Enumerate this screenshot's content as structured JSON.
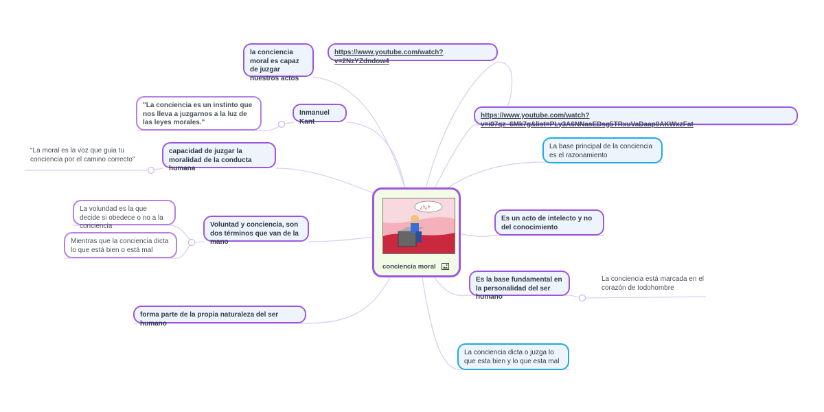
{
  "center": {
    "label": "conciencia moral",
    "image_icon": "image-icon"
  },
  "left": {
    "n1": "la conciencia moral es capaz de juzgar nuestros actos",
    "n2": "Inmanuel Kant",
    "n2_child": "\"La conciencia es un instinto que nos lleva a juzgarnos a la luz de las leyes morales.\"",
    "n3": "capacidad de juzgar la moralidad de la conducta humana",
    "n3_child": "\"La moral es la voz que guia tu conciencia por el camino correcto\"",
    "n4": "Voluntad y conciencia, son dos términos que van de la mano",
    "n4_child1": "La volundad es la que decide si obedece o no a la conciencia",
    "n4_child2": "Mientras que la conciencia dicta lo que está bien o está mal",
    "n5": "forma parte de la propia naturaleza del ser humano"
  },
  "right": {
    "r1": "https://www.youtube.com/watch?v=2NzYZdndow4",
    "r2": "https://www.youtube.com/watch?v=i07qz_6Mk7g&list=PLy3A6NNasEDsg5TRxuVaDaap0AKWxzFat",
    "r3": "La base principal de la conciencia es el razonamiento",
    "r4": "Es un acto de intelecto y no del conocimiento",
    "r5": "Es la base fundamental en la personalidad del ser humano",
    "r5_child": "La conciencia está marcada en el corazón de todohombre",
    "r6": "La conciencia dicta o juzga lo que esta bien y lo que esta mal"
  },
  "colors": {
    "purple": "#9d55e0",
    "blue": "#20a9e3",
    "center_bg": "#f1fbe5",
    "link_line": "#dcc8f0"
  }
}
